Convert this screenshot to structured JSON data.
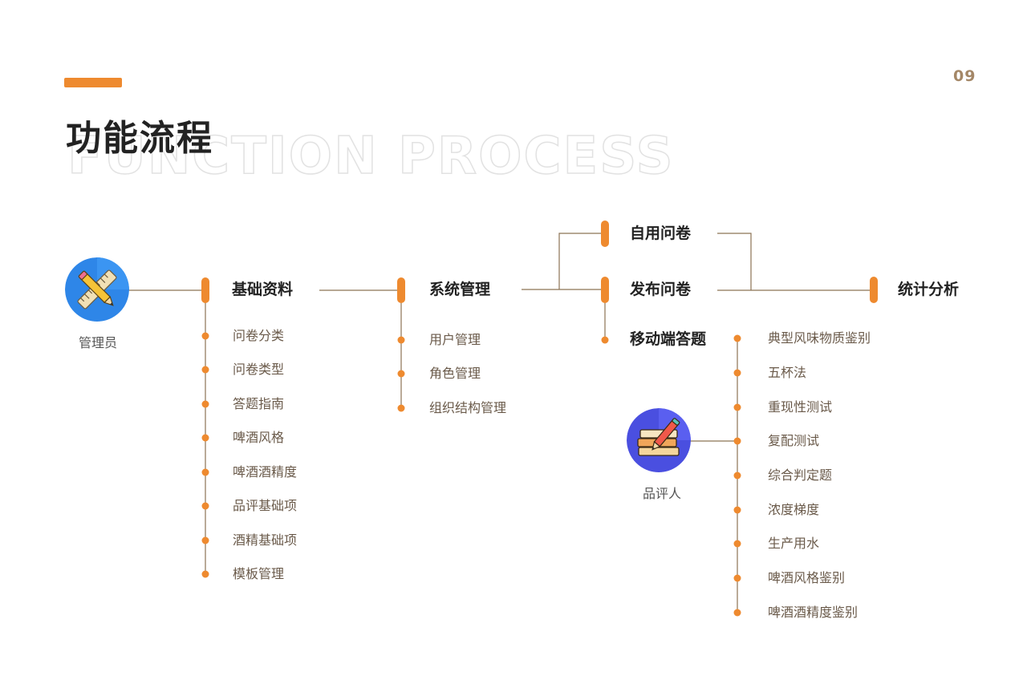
{
  "page_number": "09",
  "title": "功能流程",
  "watermark": "FUNCTION PROCESS",
  "colors": {
    "accent": "#ee8a2f",
    "connector": "#8c7354",
    "page_number": "#a48767"
  },
  "roles": {
    "admin": {
      "label": "管理员",
      "icon": "ruler-pencil-icon"
    },
    "taster": {
      "label": "品评人",
      "icon": "books-pencil-icon"
    }
  },
  "nodes": {
    "basic_data": "基础资料",
    "system_management": "系统管理",
    "self_survey": "自用问卷",
    "publish_survey": "发布问卷",
    "mobile_answer": "移动端答题",
    "statistics": "统计分析"
  },
  "basic_data_items": [
    "问卷分类",
    "问卷类型",
    "答题指南",
    "啤酒风格",
    "啤酒酒精度",
    "品评基础项",
    "酒精基础项",
    "模板管理"
  ],
  "system_items": [
    "用户管理",
    "角色管理",
    "组织结构管理"
  ],
  "mobile_items": [
    "典型风味物质鉴别",
    "五杯法",
    "重现性测试",
    "复配测试",
    "综合判定题",
    "浓度梯度",
    "生产用水",
    "啤酒风格鉴别",
    "啤酒酒精度鉴别"
  ]
}
